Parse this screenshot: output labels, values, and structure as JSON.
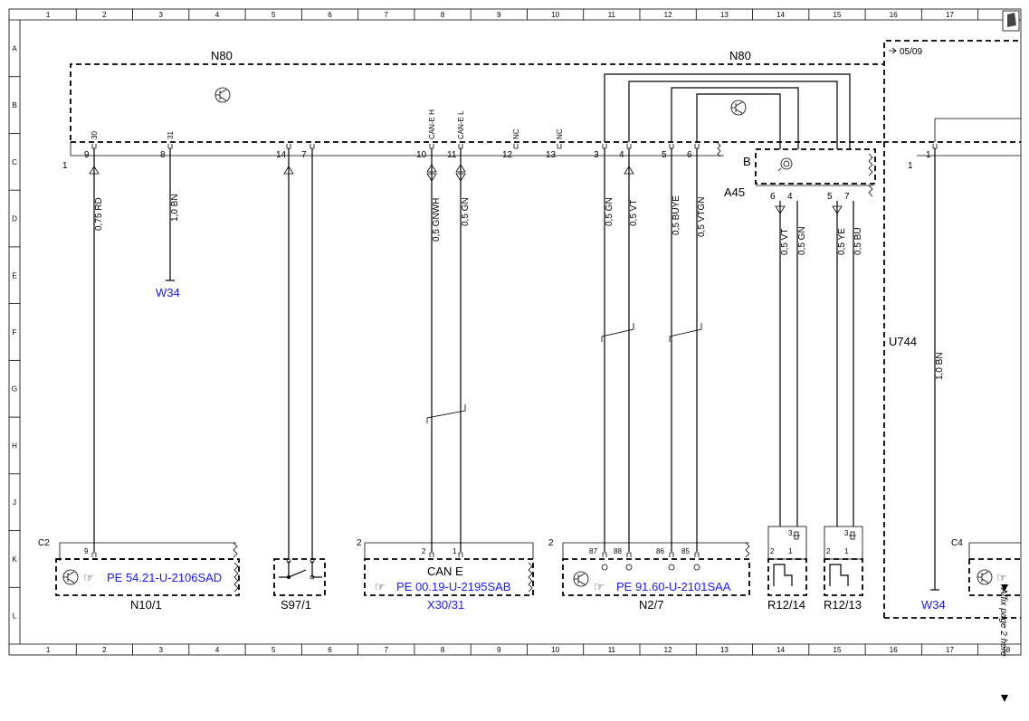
{
  "grid": {
    "columns": [
      "1",
      "2",
      "3",
      "4",
      "5",
      "6",
      "7",
      "8",
      "9",
      "10",
      "11",
      "12",
      "13",
      "14",
      "15",
      "16",
      "17",
      "18"
    ],
    "rows": [
      "A",
      "B",
      "C",
      "D",
      "E",
      "F",
      "G",
      "H",
      "J",
      "K",
      "L"
    ]
  },
  "module": {
    "name_left": "N80",
    "name_right": "N80",
    "pin_row_label": "1",
    "pins": [
      {
        "num": "9",
        "top": "30"
      },
      {
        "num": "8",
        "top": "31"
      },
      {
        "num": "14",
        "top": ""
      },
      {
        "num": "7",
        "top": ""
      },
      {
        "num": "10",
        "top": "CAN-E H"
      },
      {
        "num": "11",
        "top": "CAN-E L"
      },
      {
        "num": "12",
        "top": "NC"
      },
      {
        "num": "13",
        "top": "NC"
      },
      {
        "num": "3",
        "top": ""
      },
      {
        "num": "4",
        "top": ""
      },
      {
        "num": "5",
        "top": ""
      },
      {
        "num": "6",
        "top": ""
      }
    ]
  },
  "sub_module": {
    "b_label": "B",
    "name": "A45",
    "pins": [
      "6",
      "4",
      "5",
      "7"
    ]
  },
  "wires": [
    {
      "label": "0,75 RD"
    },
    {
      "label": "1,0 BN"
    },
    {
      "label": "0,5 GNWH"
    },
    {
      "label": "0,5 GN"
    },
    {
      "label": "0,5 GN"
    },
    {
      "label": "0,5 VT"
    },
    {
      "label": "0,5 BUYE"
    },
    {
      "label": "0,5 VTGN"
    },
    {
      "label": "0,5 VT"
    },
    {
      "label": "0,5 GN"
    },
    {
      "label": "0,5 YE"
    },
    {
      "label": "0,5 BU"
    },
    {
      "label": "1,0 BN"
    }
  ],
  "refs": {
    "w34_left": "W34",
    "w34_right": "W34"
  },
  "right_section": {
    "page_ref": "05/09",
    "pin_row_label": "1",
    "pin": "1",
    "name": "U744"
  },
  "components": {
    "n10_1": {
      "conn": "C2",
      "pin": "9",
      "pe": "PE 54.21-U-2106SAD",
      "name": "N10/1"
    },
    "s97_1": {
      "name": "S97/1"
    },
    "x30_31": {
      "conn": "2",
      "pins": [
        "2",
        "1"
      ],
      "title": "CAN E",
      "pe": "PE 00.19-U-2195SAB",
      "name": "X30/31"
    },
    "n2_7": {
      "conn": "2",
      "pins": [
        "87",
        "88",
        "86",
        "85"
      ],
      "pe": "PE 91.60-U-2101SAA",
      "name": "N2/7"
    },
    "r12_14": {
      "pins": [
        "2",
        "1",
        "3"
      ],
      "name": "R12/14"
    },
    "r12_13": {
      "pins": [
        "2",
        "1",
        "3"
      ],
      "name": "R12/13"
    },
    "c4": {
      "conn": "C4"
    }
  },
  "margin_note": "Affix page 2 here"
}
